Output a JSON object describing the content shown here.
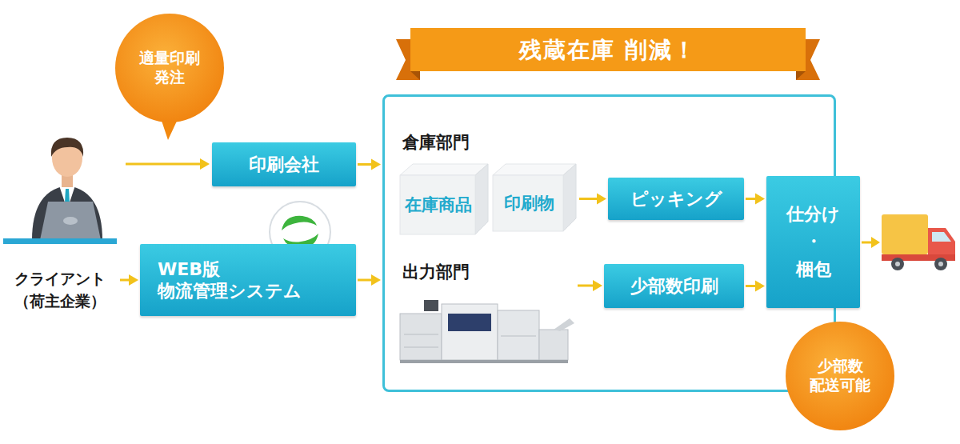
{
  "diagram": {
    "nodes": [
      {
        "text": [
          "適量印刷 発注"
        ]
      },
      {
        "text": [
          "印刷会社"
        ]
      },
      {
        "text": [
          "WEB版 物流管理システム"
        ]
      },
      {
        "text": [
          "残蔵在庫 削減！"
        ]
      },
      {
        "text": [
          "倉庫部門",
          "出力部門"
        ]
      },
      {
        "text": [
          "在庫商品"
        ],
        "in": 4
      },
      {
        "text": [
          "印刷物"
        ],
        "in": 4
      },
      {
        "text": [
          "ピッキング"
        ],
        "in": 4
      },
      {
        "text": [
          "少部数印刷"
        ],
        "in": 4
      },
      {
        "text": [
          "仕分け ・ 梱包"
        ],
        "in": 4
      },
      {
        "text": [
          "少部数 配送可能"
        ]
      }
    ],
    "edges": [
      {
        "from": 1,
        "to": 4,
        "arrow": "to"
      },
      {
        "from": 2,
        "to": 4,
        "arrow": "to"
      },
      {
        "from": 6,
        "to": 7,
        "arrow": "to"
      },
      {
        "from": 7,
        "to": 9,
        "arrow": "to"
      },
      {
        "from": 8,
        "to": 9,
        "arrow": "to"
      }
    ],
    "labels": [
      "クライアント （荷主企業）"
    ]
  }
}
